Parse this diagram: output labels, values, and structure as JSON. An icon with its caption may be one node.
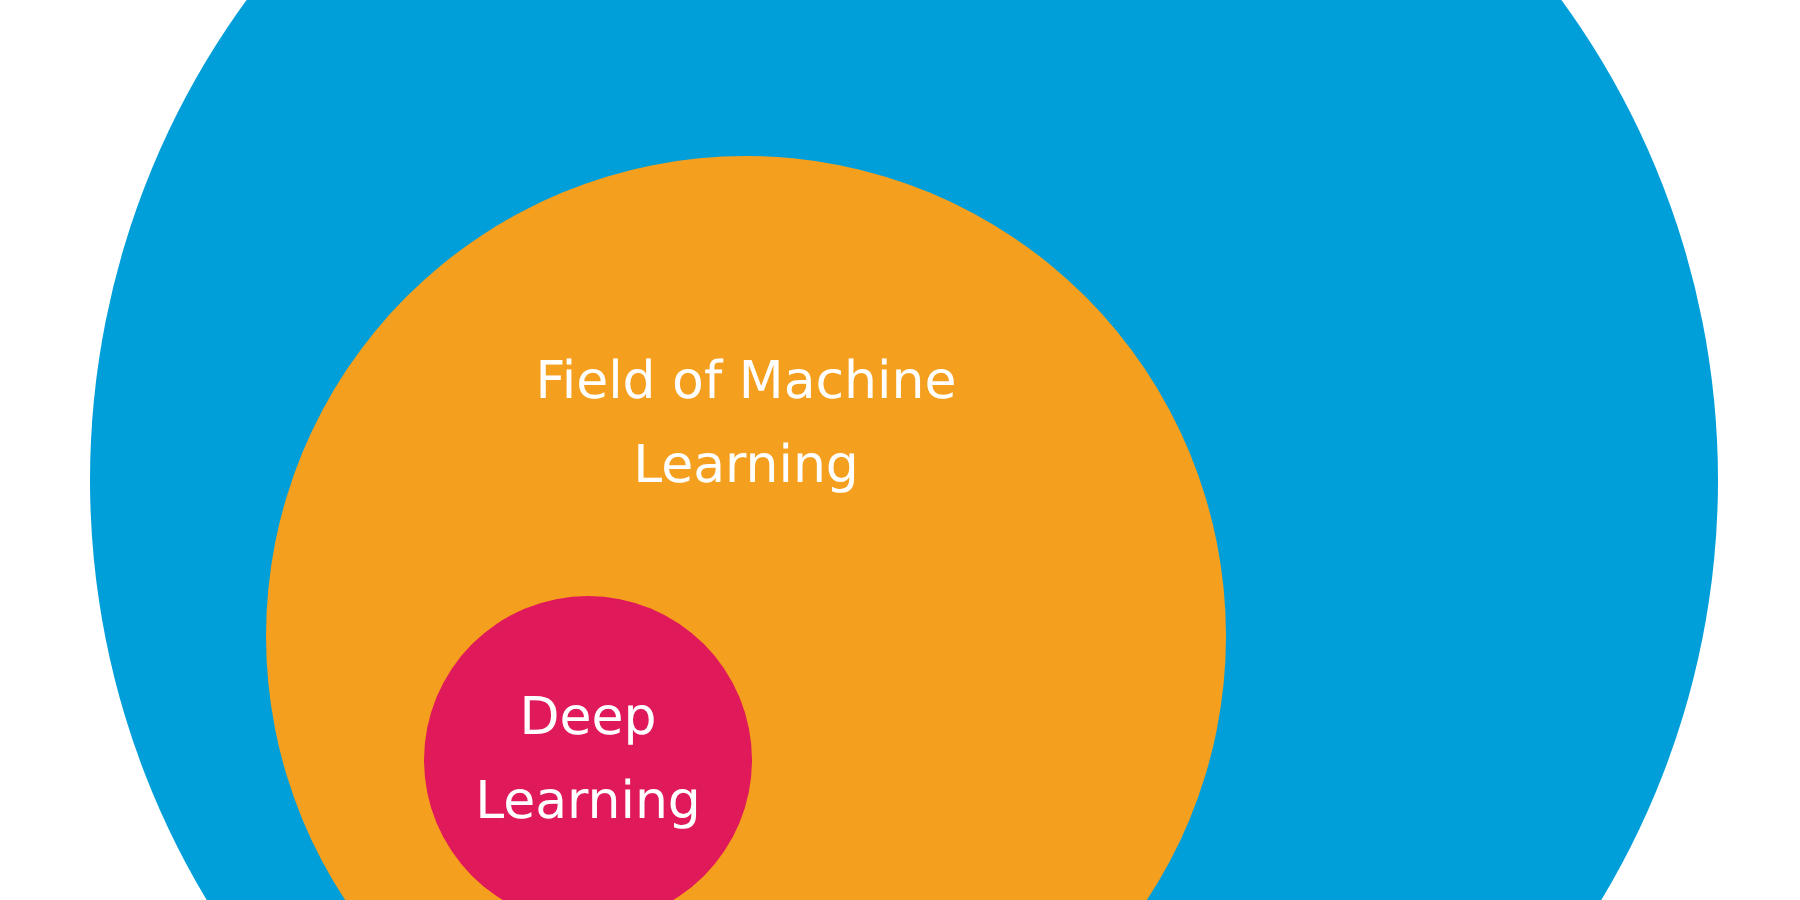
{
  "diagram": {
    "nodes": [
      {
        "text": [],
        "shape": "circle"
      },
      {
        "text": [
          "Field of Machine Learning"
        ],
        "in": 0
      },
      {
        "text": [
          "Deep Learning"
        ],
        "in": 1
      }
    ]
  }
}
